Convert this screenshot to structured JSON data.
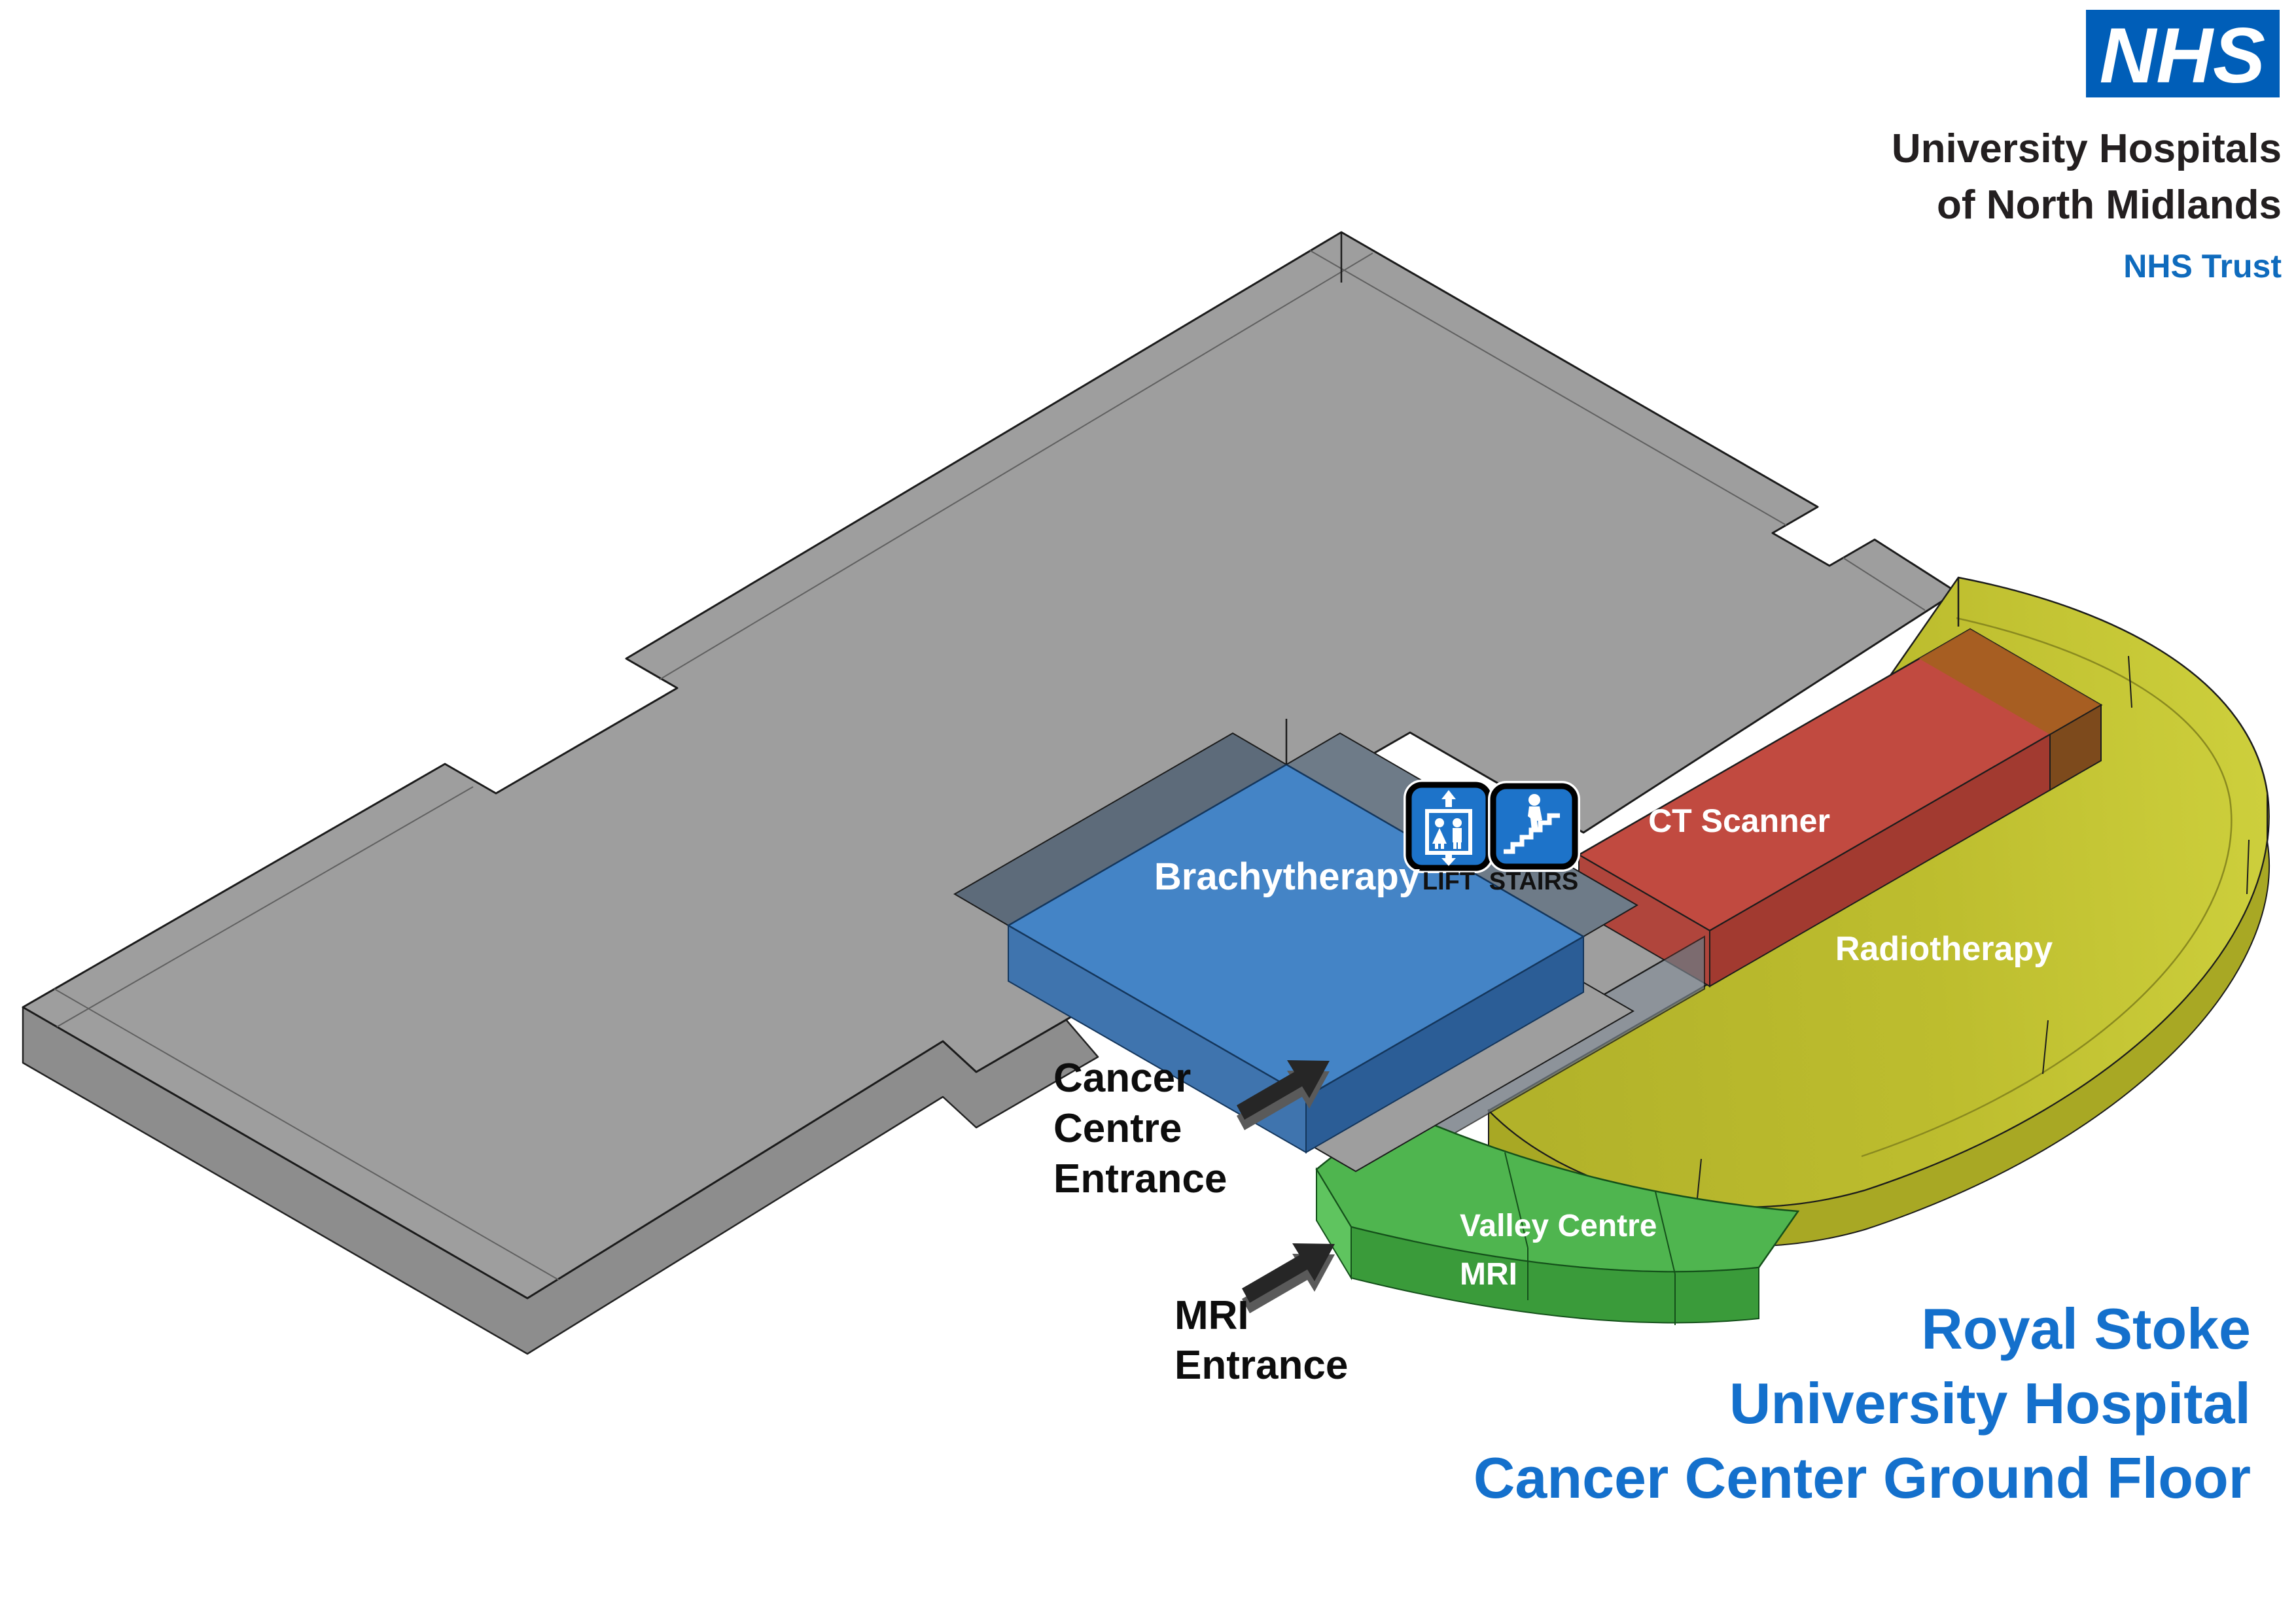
{
  "header": {
    "nhs_logo": "NHS",
    "org_line1": "University Hospitals",
    "org_line2": "of North Midlands",
    "trust": "NHS Trust"
  },
  "title": {
    "line1": "Royal Stoke",
    "line2": "University Hospital",
    "line3": "Cancer Center Ground Floor"
  },
  "rooms": {
    "brachytherapy": "Brachytherapy",
    "ct_scanner": "CT Scanner",
    "radiotherapy": "Radiotherapy",
    "valley_centre": "Valley Centre",
    "valley_mri": "MRI"
  },
  "signs": {
    "lift": "LIFT",
    "stairs": "STAIRS"
  },
  "entrances": {
    "cancer": [
      "Cancer",
      "Centre",
      "Entrance"
    ],
    "mri": [
      "MRI",
      "Entrance"
    ]
  },
  "colors": {
    "nhs_blue": "#005EB8",
    "trust_blue": "#0f6bbd",
    "title_blue": "#1470cc",
    "floor_gray": "#9e9e9e",
    "room_blue": "#4484c6",
    "room_red": "#c14a40",
    "room_yellow": "#bdbd2e",
    "room_green": "#4fb54f",
    "sign_blue": "#1d73c9"
  }
}
